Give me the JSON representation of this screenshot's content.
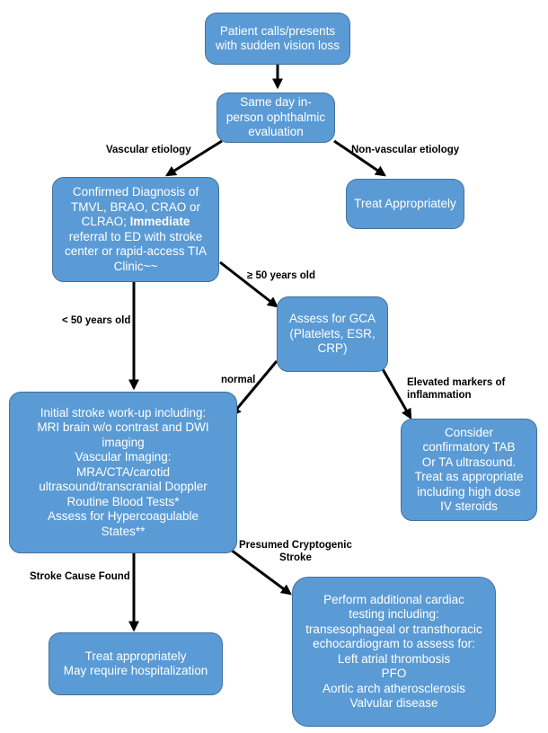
{
  "nodes": {
    "patient": [
      "Patient calls/presents",
      "with sudden vision loss"
    ],
    "same_day": [
      "Same day in-",
      "person ophthalmic",
      "evaluation"
    ],
    "confirmed": {
      "line1": "Confirmed Diagnosis of",
      "line2": "TMVL, BRAO, CRAO or",
      "line3_pre": "CLRAO; ",
      "line3_bold": "Immediate",
      "line4": "referral to ED with stroke",
      "line5": "center or rapid-access TIA",
      "line6": "Clinic~~"
    },
    "treat_nonvascular": [
      "Treat Appropriately"
    ],
    "assess_gca": [
      "Assess for GCA",
      "(Platelets, ESR,",
      "CRP)"
    ],
    "stroke_workup": [
      "Initial stroke work-up including:",
      "MRI brain w/o contrast and DWI",
      "imaging",
      "Vascular Imaging:",
      "MRA/CTA/carotid",
      "ultrasound/transcranial Doppler",
      "Routine Blood Tests*",
      "Assess for Hypercoagulable",
      "States**"
    ],
    "consider_tab": [
      "Consider",
      "confirmatory TAB",
      "Or TA ultrasound.",
      "Treat as appropriate",
      "including high dose",
      "IV steroids"
    ],
    "treat_stroke": [
      "Treat appropriately",
      "May require hospitalization"
    ],
    "cardiac": [
      "Perform additional cardiac",
      "testing including:",
      "transesophageal or transthoracic",
      "echocardiogram to assess for:",
      "Left atrial thrombosis",
      "PFO",
      "Aortic arch atherosclerosis",
      "Valvular disease"
    ]
  },
  "edge_labels": {
    "vascular": "Vascular etiology",
    "non_vascular": "Non-vascular etiology",
    "age_over_50": "≥ 50 years old",
    "age_under_50": "< 50 years old",
    "normal": "normal",
    "elevated": [
      "Elevated markers of",
      "inflammation"
    ],
    "cause_found": "Stroke Cause Found",
    "cryptogenic": [
      "Presumed Cryptogenic",
      "Stroke"
    ]
  },
  "colors": {
    "box_fill": "#5b9bd5",
    "box_border": "#41719c",
    "box_text": "#ffffff",
    "arrow": "#000000"
  }
}
